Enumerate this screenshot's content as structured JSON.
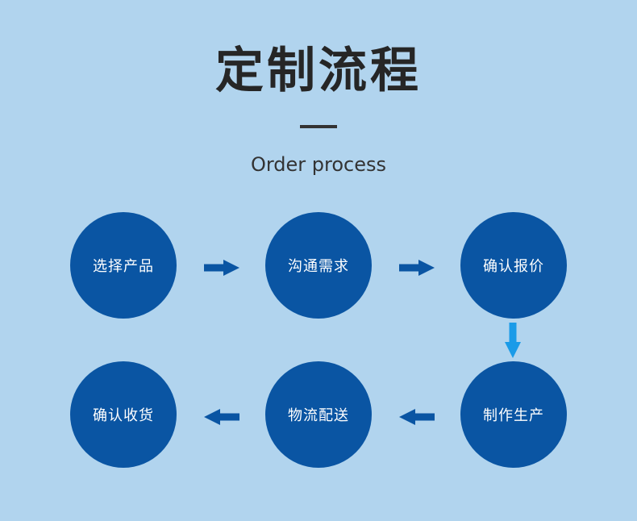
{
  "header": {
    "title": "定制流程",
    "subtitle": "Order process"
  },
  "steps": [
    {
      "label": "选择产品"
    },
    {
      "label": "沟通需求"
    },
    {
      "label": "确认报价"
    },
    {
      "label": "制作生产"
    },
    {
      "label": "物流配送"
    },
    {
      "label": "确认收货"
    }
  ],
  "colors": {
    "background": "#b1d4ee",
    "circle": "#0a55a3",
    "arrow_horizontal": "#0a55a3",
    "arrow_vertical": "#1a9be8",
    "title_text": "#262626"
  }
}
